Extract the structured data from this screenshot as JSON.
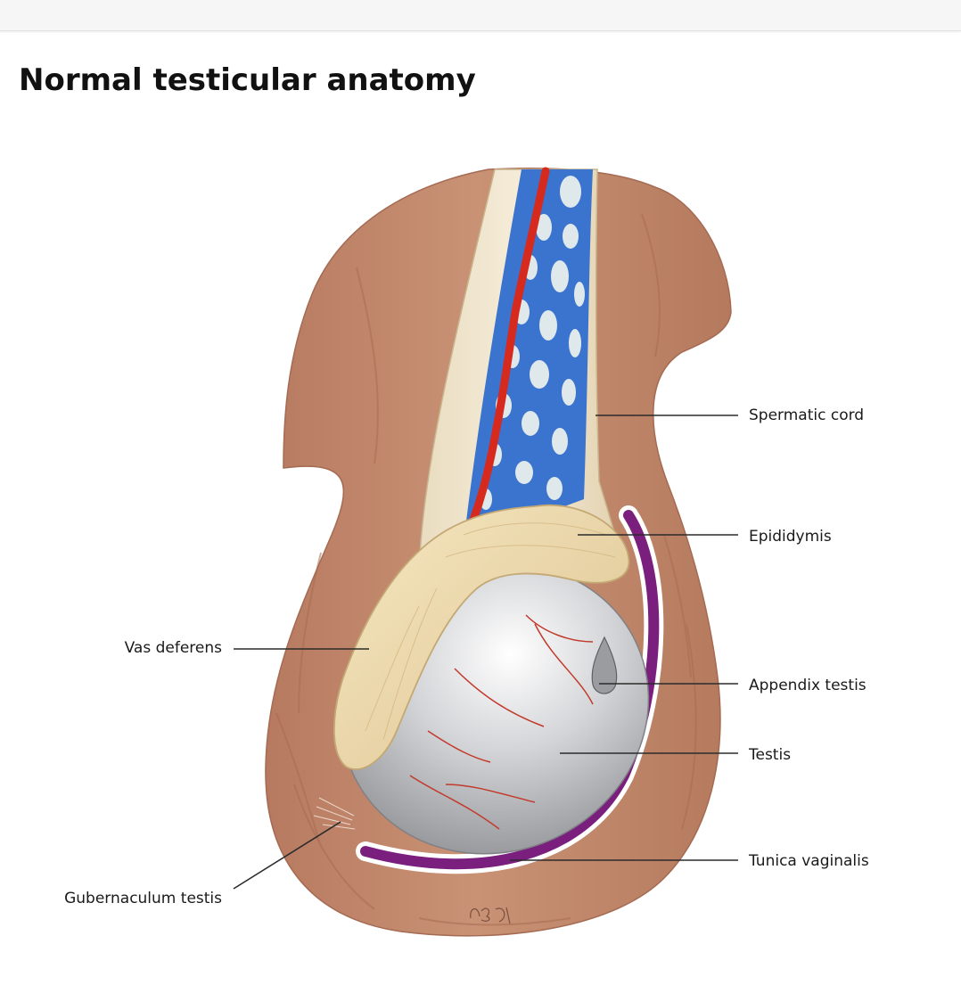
{
  "page": {
    "title": "Normal testicular anatomy"
  },
  "diagram": {
    "labels": {
      "spermatic_cord": "Spermatic cord",
      "epididymis": "Epididymis",
      "vas_deferens": "Vas deferens",
      "appendix_testis": "Appendix testis",
      "testis": "Testis",
      "tunica_vaginalis": "Tunica vaginalis",
      "gubernaculum_testis": "Gubernaculum testis"
    },
    "colors": {
      "scrotum": "#c48a6e",
      "vein": "#2f6fce",
      "artery": "#d62a1e",
      "epididymis": "#ecd9aa",
      "testis": "#c9cacd",
      "tunica_vaginalis": "#7a1f7d"
    }
  }
}
